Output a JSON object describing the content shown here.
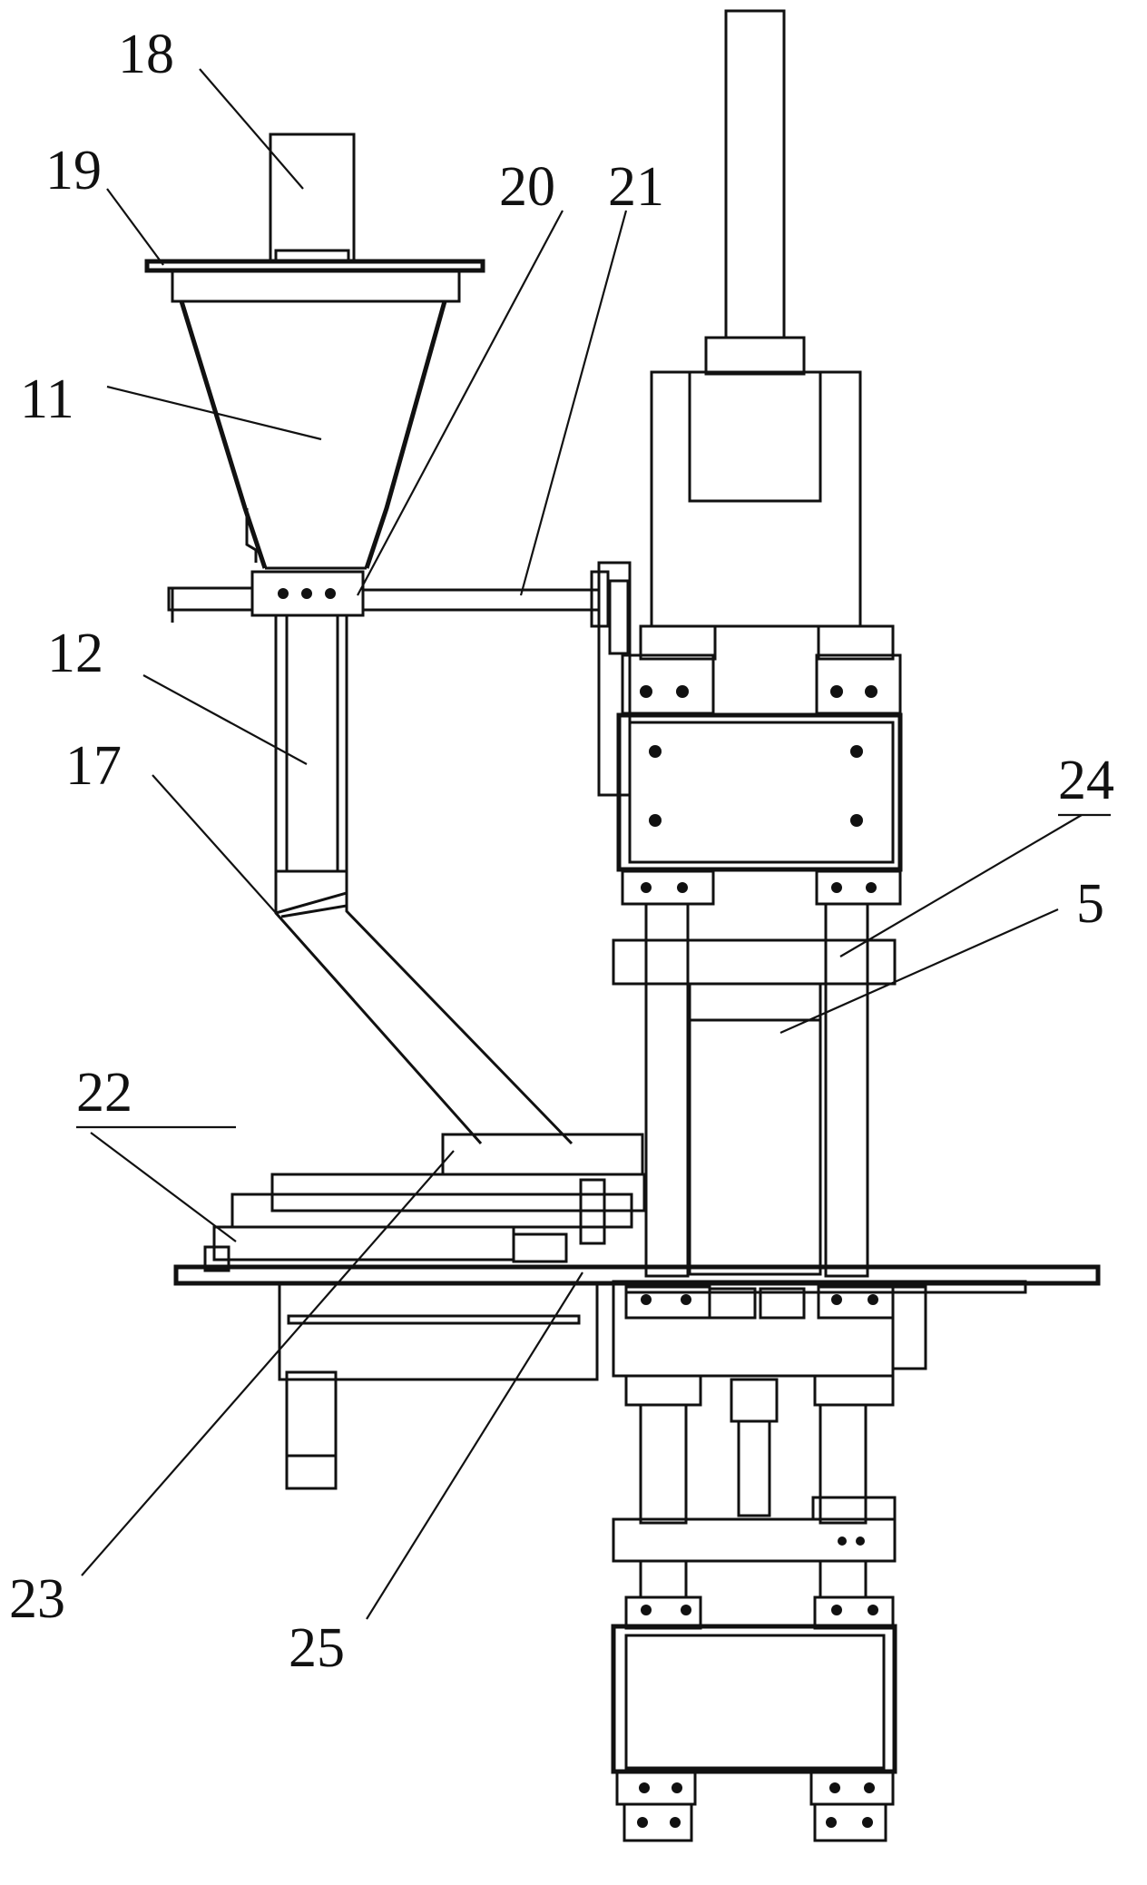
{
  "labels": {
    "l18": "18",
    "l19": "19",
    "l11": "11",
    "l20": "20",
    "l21": "21",
    "l12": "12",
    "l17": "17",
    "l24": "24",
    "l5": "5",
    "l22": "22",
    "l23": "23",
    "l25": "25"
  }
}
